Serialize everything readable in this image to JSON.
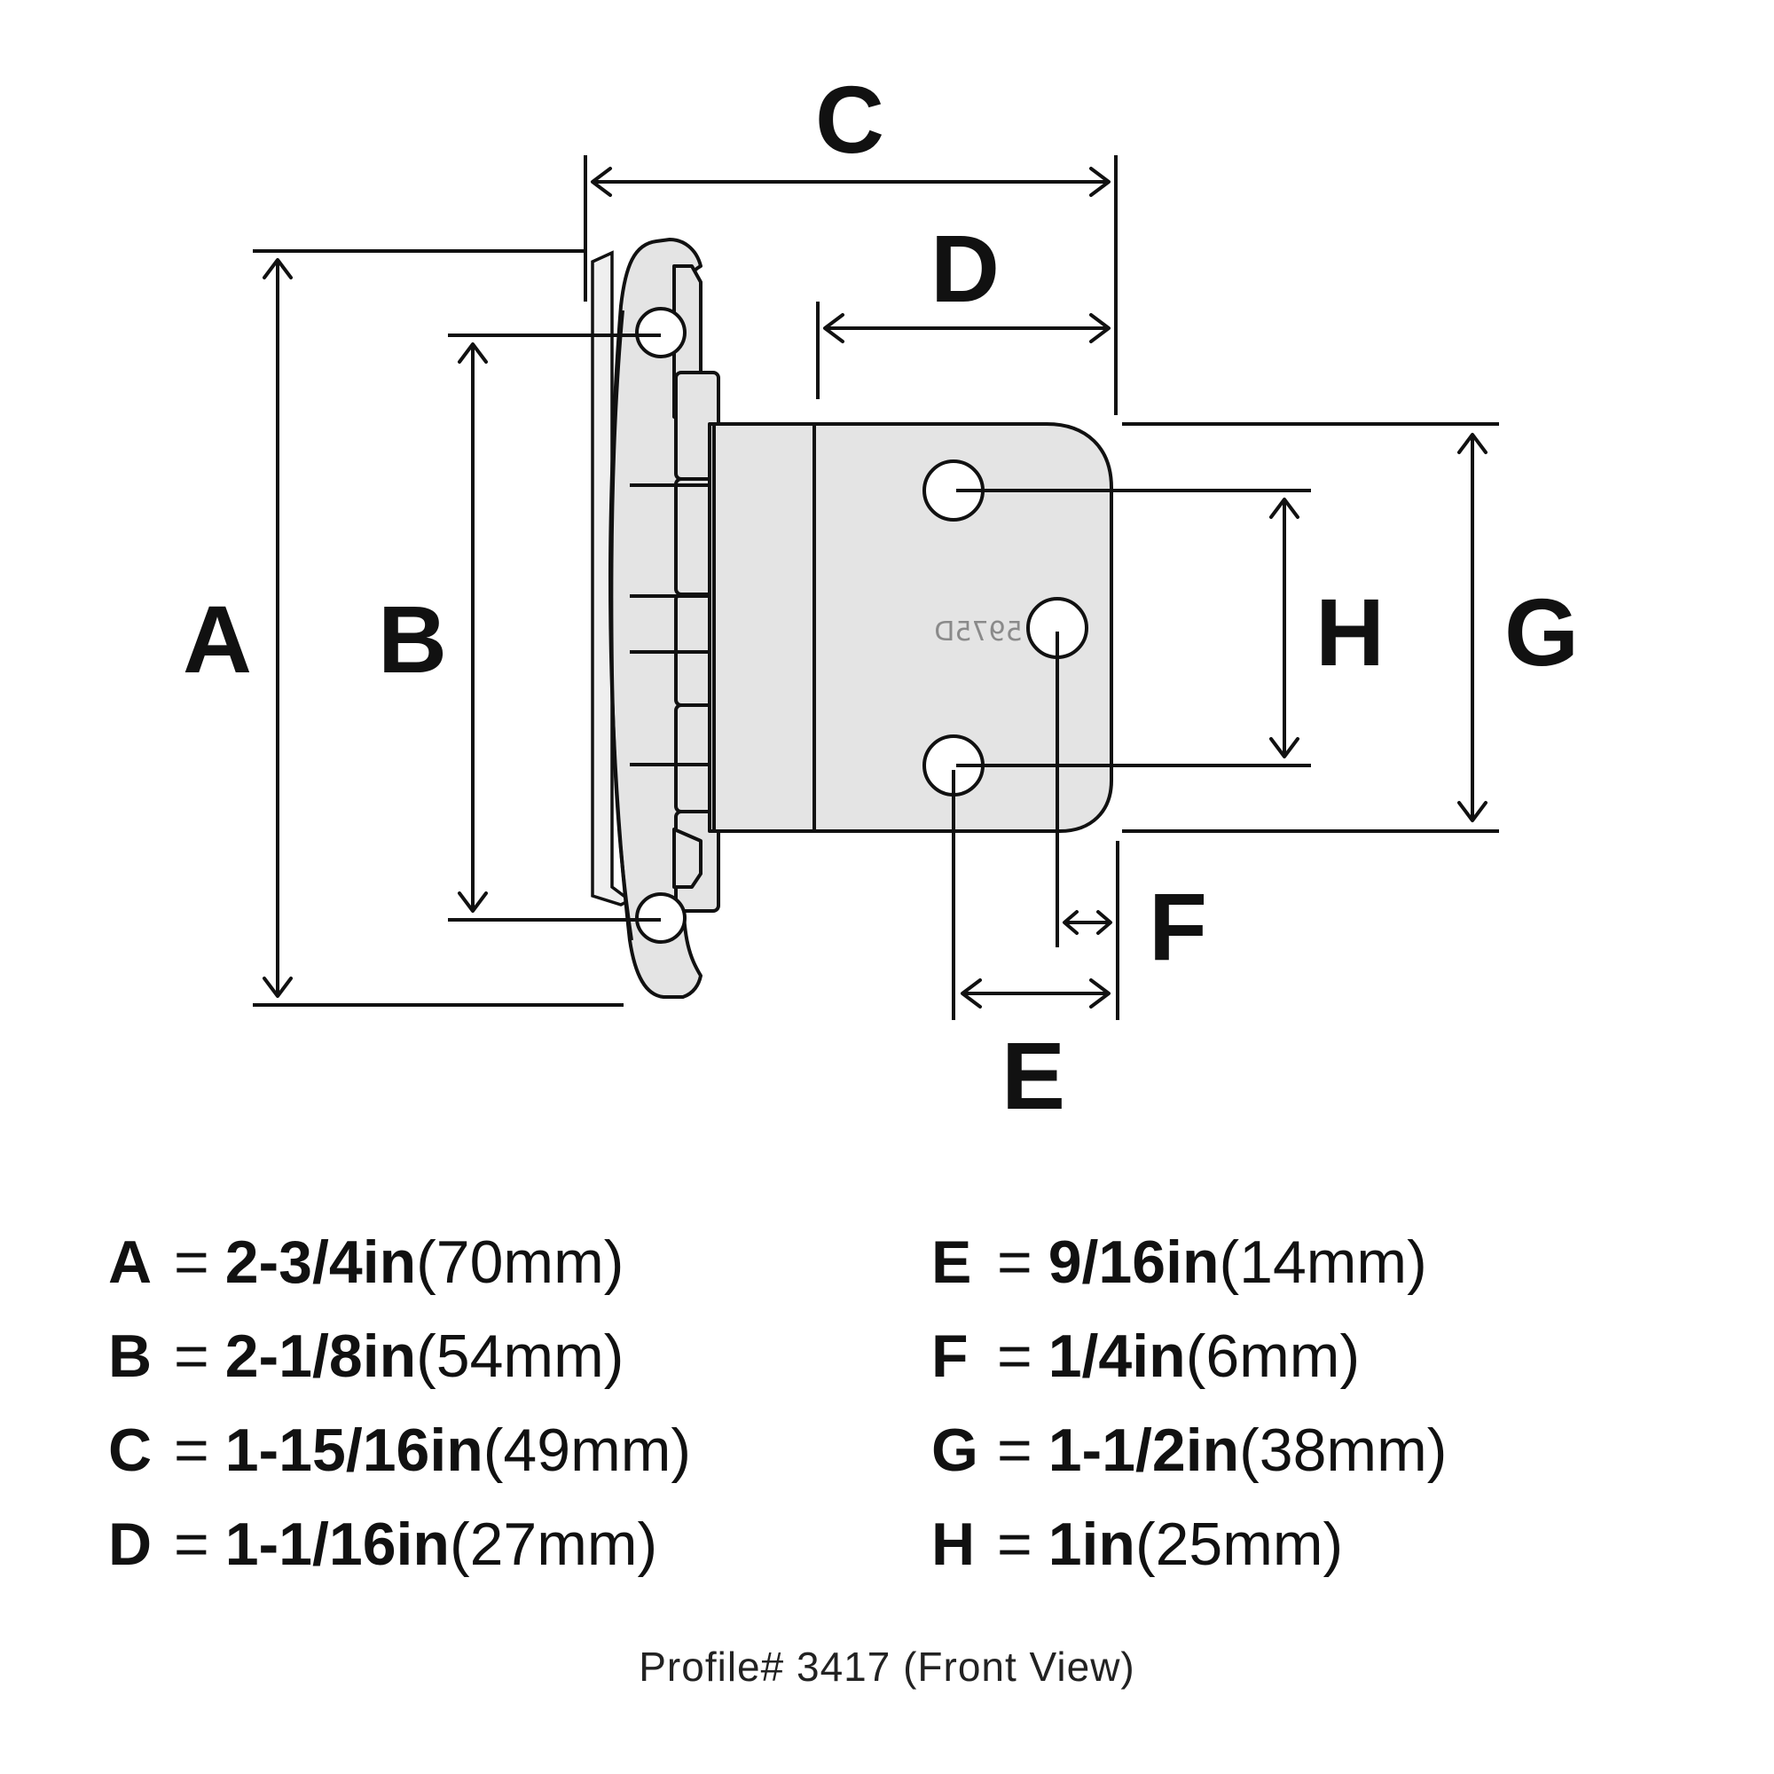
{
  "diagram": {
    "labels": {
      "A": "A",
      "B": "B",
      "C": "C",
      "D": "D",
      "E": "E",
      "F": "F",
      "G": "G",
      "H": "H"
    },
    "part_stamp": "5975D"
  },
  "specs": [
    {
      "letter": "A",
      "imperial": "2-3/4in",
      "metric": "(70mm)"
    },
    {
      "letter": "B",
      "imperial": "2-1/8in",
      "metric": "(54mm)"
    },
    {
      "letter": "C",
      "imperial": "1-15/16in",
      "metric": "(49mm)"
    },
    {
      "letter": "D",
      "imperial": "1-1/16in",
      "metric": "(27mm)"
    },
    {
      "letter": "E",
      "imperial": "9/16in",
      "metric": "(14mm)"
    },
    {
      "letter": "F",
      "imperial": "1/4in",
      "metric": "(6mm)"
    },
    {
      "letter": "G",
      "imperial": "1-1/2in",
      "metric": "(38mm)"
    },
    {
      "letter": "H",
      "imperial": "1in",
      "metric": "(25mm)"
    }
  ],
  "equals": "=",
  "caption": "Profile# 3417 (Front View)"
}
